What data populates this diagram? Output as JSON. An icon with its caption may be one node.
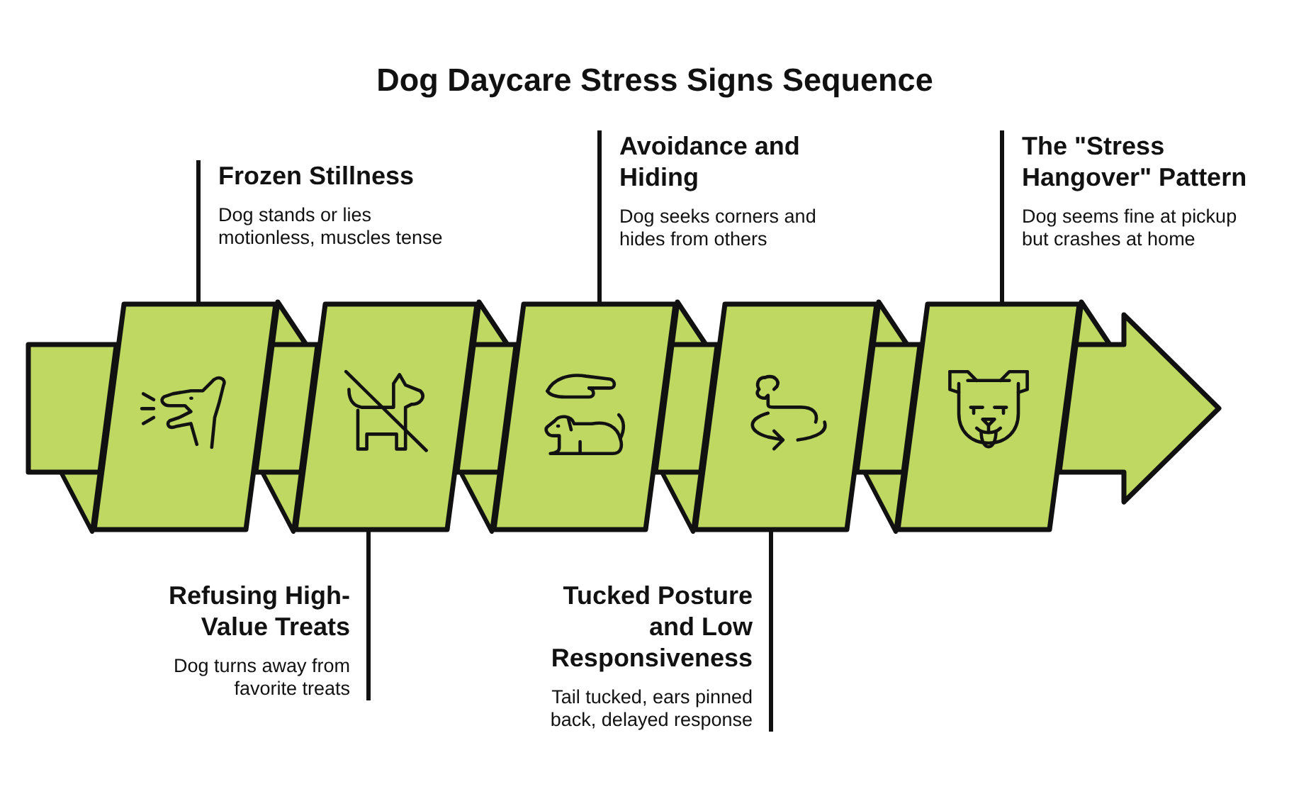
{
  "diagram": {
    "title": "Dog Daycare Stress Signs Sequence",
    "nodes": [
      {
        "text": [
          "Frozen Stillness",
          "Dog stands or lies motionless, muscles tense"
        ]
      },
      {
        "text": [
          "Refusing High-Value Treats",
          "Dog turns away from favorite treats"
        ]
      },
      {
        "text": [
          "Avoidance and Hiding",
          "Dog seeks corners and hides from others"
        ]
      },
      {
        "text": [
          "Tucked Posture and Low Responsiveness",
          "Tail tucked, ears pinned back, delayed response"
        ]
      },
      {
        "text": [
          "The \"Stress Hangover\" Pattern",
          "Dog seems fine at pickup but crashes at home"
        ]
      },
      {
        "text": [],
        "shape": "picture"
      },
      {
        "text": [],
        "shape": "picture"
      },
      {
        "text": [],
        "shape": "picture"
      },
      {
        "text": [],
        "shape": "picture"
      },
      {
        "text": [],
        "shape": "picture"
      }
    ],
    "edges": [
      {
        "from": 0,
        "to": 5,
        "arrow": "none"
      },
      {
        "from": 1,
        "to": 6,
        "arrow": "none"
      },
      {
        "from": 2,
        "to": 7,
        "arrow": "none"
      },
      {
        "from": 3,
        "to": 8,
        "arrow": "none"
      },
      {
        "from": 4,
        "to": 9,
        "arrow": "none"
      },
      {
        "from": null,
        "to": 5,
        "arrow": "none"
      },
      {
        "from": 5,
        "to": 6,
        "arrow": "none"
      },
      {
        "from": 6,
        "to": 7,
        "arrow": "none"
      },
      {
        "from": 7,
        "to": 8,
        "arrow": "none"
      },
      {
        "from": 8,
        "to": 9,
        "arrow": "none"
      },
      {
        "from": 9,
        "to": null,
        "arrow": "to"
      }
    ]
  }
}
